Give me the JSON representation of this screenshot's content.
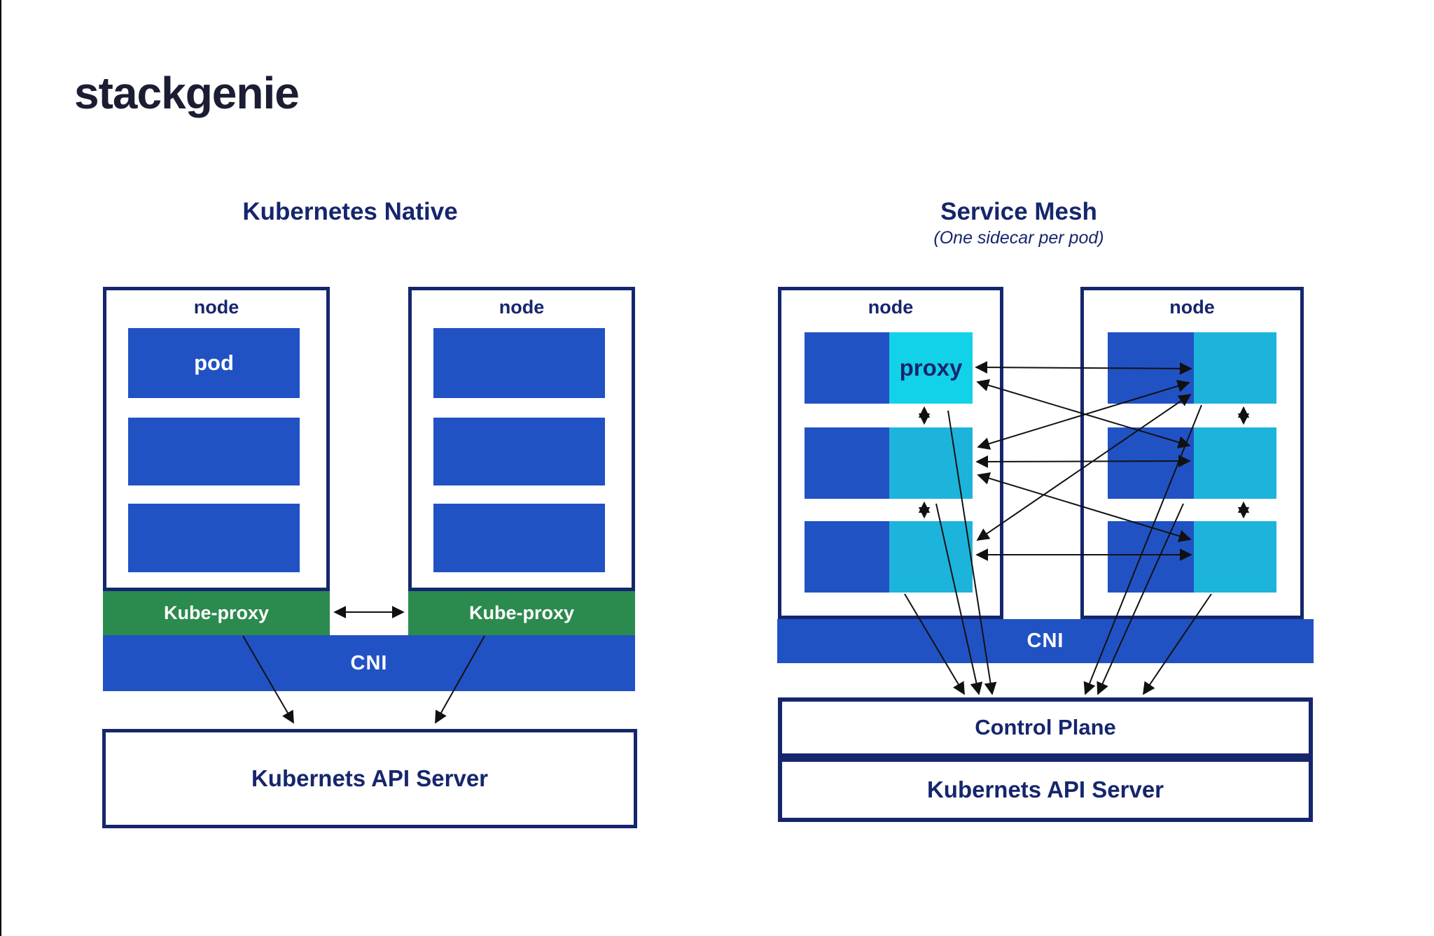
{
  "logo": "stackgenie",
  "colors": {
    "navy": "#16266d",
    "logo_navy": "#1b1d33",
    "blue": "#2152c4",
    "cyan_bright": "#12d2e9",
    "cyan": "#1db4dc",
    "green": "#2b8a4e",
    "arrow": "#111111"
  },
  "left_diagram": {
    "title": "Kubernetes Native",
    "node1": {
      "label": "node",
      "pod1_label": "pod",
      "kube_proxy": "Kube-proxy"
    },
    "node2": {
      "label": "node",
      "kube_proxy": "Kube-proxy"
    },
    "cni": "CNI",
    "api_server": "Kubernets API Server"
  },
  "right_diagram": {
    "title": "Service Mesh",
    "subtitle": "(One sidecar per pod)",
    "node1": {
      "label": "node",
      "proxy_label": "proxy"
    },
    "node2": {
      "label": "node"
    },
    "cni": "CNI",
    "control_plane": "Control Plane",
    "api_server": "Kubernets API Server"
  }
}
